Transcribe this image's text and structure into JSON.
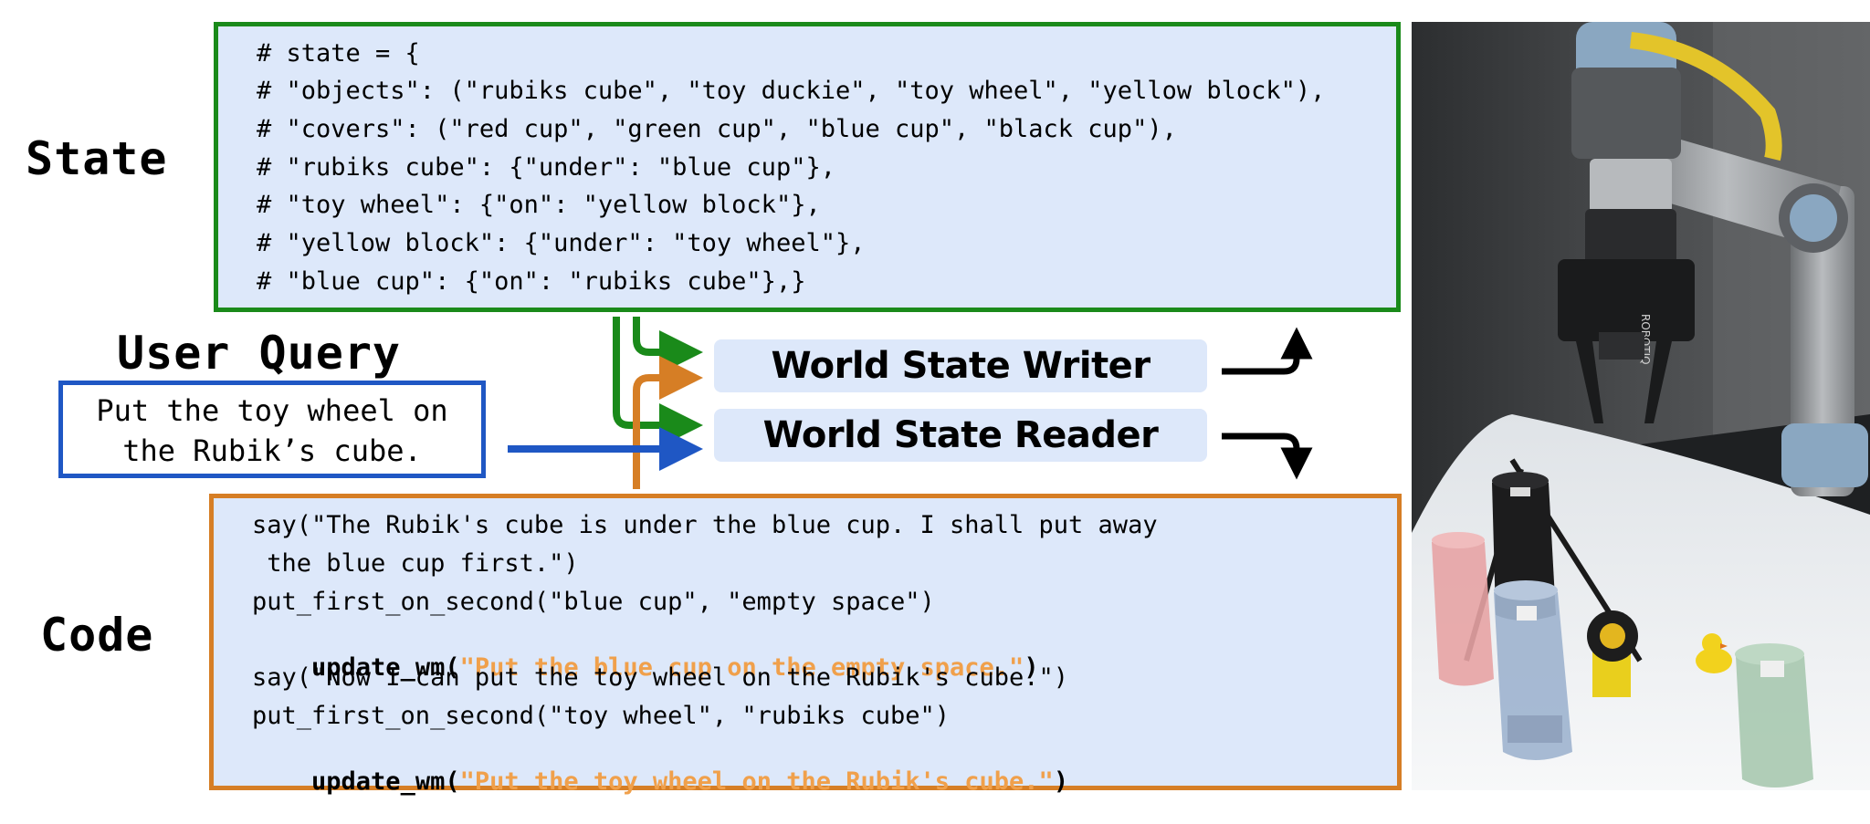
{
  "labels": {
    "state": "State",
    "user_query": "User Query",
    "code": "Code"
  },
  "state_box": {
    "lines": [
      "# state = {",
      "# \"objects\": (\"rubiks cube\", \"toy duckie\", \"toy wheel\", \"yellow block\"),",
      "# \"covers\": (\"red cup\", \"green cup\", \"blue cup\", \"black cup\"),",
      "# \"rubiks cube\": {\"under\": \"blue cup\"},",
      "# \"toy wheel\": {\"on\": \"yellow block\"},",
      "# \"yellow block\": {\"under\": \"toy wheel\"},",
      "# \"blue cup\": {\"on\": \"rubiks cube\"},}"
    ]
  },
  "user_query": {
    "line1": "Put the toy wheel on",
    "line2": "the Rubik’s cube."
  },
  "modules": {
    "writer": "World State Writer",
    "reader": "World State Reader"
  },
  "code_box": {
    "line1": "say(\"The Rubik's cube is under the blue cup. I shall put away",
    "line2": " the blue cup first.\")",
    "line3": "put_first_on_second(\"blue cup\", \"empty space\")",
    "line4_fn": "update_wm(",
    "line4_str": "\"Put the blue cup on the empty space.\"",
    "line4_end": ")",
    "line5": "say(\"Now I can put the toy wheel on the Rubik's cube.\")",
    "line6": "put_first_on_second(\"toy wheel\", \"rubiks cube\")",
    "line7_fn": "update_wm(",
    "line7_str": "\"Put the toy wheel on the Rubik's cube.\"",
    "line7_end": ")"
  },
  "colors": {
    "state_border": "#1a8a1a",
    "query_border": "#1f57c4",
    "code_border": "#d67e25",
    "box_fill": "#dde8fa",
    "highlight_string": "#f0a04b"
  },
  "photo": {
    "icon": "robot-arm-photo",
    "gripper_text": "ROBOTIQ"
  }
}
